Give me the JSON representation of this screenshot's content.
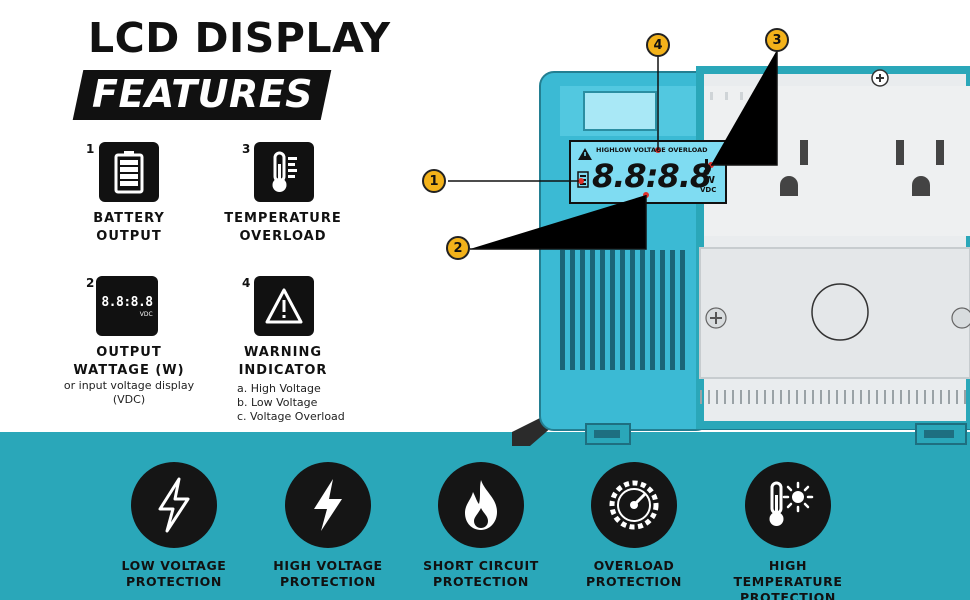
{
  "header": {
    "line1": "LCD DISPLAY",
    "line2": "FEATURES"
  },
  "features": [
    {
      "num": "1",
      "label1": "BATTERY",
      "label2": "OUTPUT",
      "icon": "battery-icon"
    },
    {
      "num": "3",
      "label1": "TEMPERATURE",
      "label2": "OVERLOAD",
      "icon": "thermometer-icon"
    },
    {
      "num": "2",
      "label1": "OUTPUT",
      "label2": "WATTAGE (W)",
      "sub1": "or input voltage display",
      "sub2": "(VDC)",
      "icon": "lcd-digits-icon",
      "digits": "8.8:8.8",
      "unit": "VDC"
    },
    {
      "num": "4",
      "label1": "WARNING",
      "label2": "INDICATOR",
      "sub1": "a. High Voltage",
      "sub2": "b. Low Voltage",
      "sub3": "c. Voltage Overload",
      "icon": "warning-icon"
    }
  ],
  "lcd": {
    "top_text": "HIGHLOW VOLTAGE OVERLOAD",
    "digits": "8.8:8.8",
    "unit_w": "W",
    "unit_vdc": "VDC"
  },
  "callouts": [
    "1",
    "2",
    "3",
    "4"
  ],
  "protections": [
    {
      "line1": "LOW VOLTAGE",
      "line2": "PROTECTION",
      "icon": "low-voltage-bolt-icon"
    },
    {
      "line1": "HIGH VOLTAGE",
      "line2": "PROTECTION",
      "icon": "high-voltage-bolt-icon"
    },
    {
      "line1": "SHORT CIRCUIT",
      "line2": "PROTECTION",
      "icon": "flame-icon"
    },
    {
      "line1": "OVERLOAD",
      "line2": "PROTECTION",
      "icon": "gauge-gear-icon"
    },
    {
      "line1": "HIGH TEMPERATURE",
      "line2": "PROTECTION",
      "icon": "thermometer-sun-icon"
    }
  ],
  "colors": {
    "band": "#2aa7b9",
    "callout": "#f3b21a",
    "lcd": "#7fdcf2",
    "housing": "#33b6cf"
  }
}
